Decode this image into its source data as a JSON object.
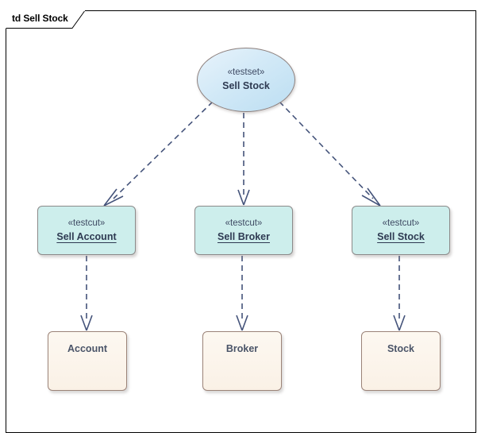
{
  "frame": {
    "tab_label": "td Sell Stock",
    "kind": "td",
    "name": "Sell Stock"
  },
  "colors": {
    "testset_fill": "#d2e9f7",
    "testcut_fill": "#cdeeec",
    "class_fill": "#faf1e6",
    "connector": "#44537a",
    "frame_border": "#000000"
  },
  "nodes": {
    "testset": {
      "stereotype": "«testset»",
      "name": "Sell Stock"
    },
    "testcuts": [
      {
        "stereotype": "«testcut»",
        "name": "Sell Account"
      },
      {
        "stereotype": "«testcut»",
        "name": "Sell Broker"
      },
      {
        "stereotype": "«testcut»",
        "name": "Sell Stock"
      }
    ],
    "classes": [
      {
        "name": "Account"
      },
      {
        "name": "Broker"
      },
      {
        "name": "Stock"
      }
    ]
  }
}
